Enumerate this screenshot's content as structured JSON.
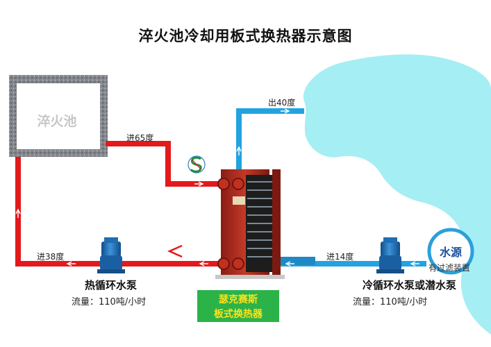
{
  "diagram": {
    "title": "淬火池冷却用板式换热器示意图",
    "pool_label": "淬火池",
    "flows": {
      "hot_in": "进65度",
      "hot_return": "进38度",
      "cold_in": "进14度",
      "cold_out": "出40度"
    },
    "hot_pump": {
      "name": "热循环水泵",
      "rate": "流量：110吨/小时"
    },
    "cold_pump": {
      "name": "冷循环水泵或潜水泵",
      "rate": "流量：110吨/小时"
    },
    "water_source": {
      "name": "水源",
      "note": "有过滤装置"
    },
    "brand": {
      "line1": "瑟克赛斯",
      "line2": "板式换热器"
    },
    "colors": {
      "hot_pipe": "#e3191b",
      "cold_pipe": "#22a3e0",
      "water_body": "#a5eef4",
      "exchanger": "#b0291c",
      "pump": "#1d6fb8",
      "brand_box": "#2bb34a",
      "brand_text": "#ffe21a"
    }
  }
}
